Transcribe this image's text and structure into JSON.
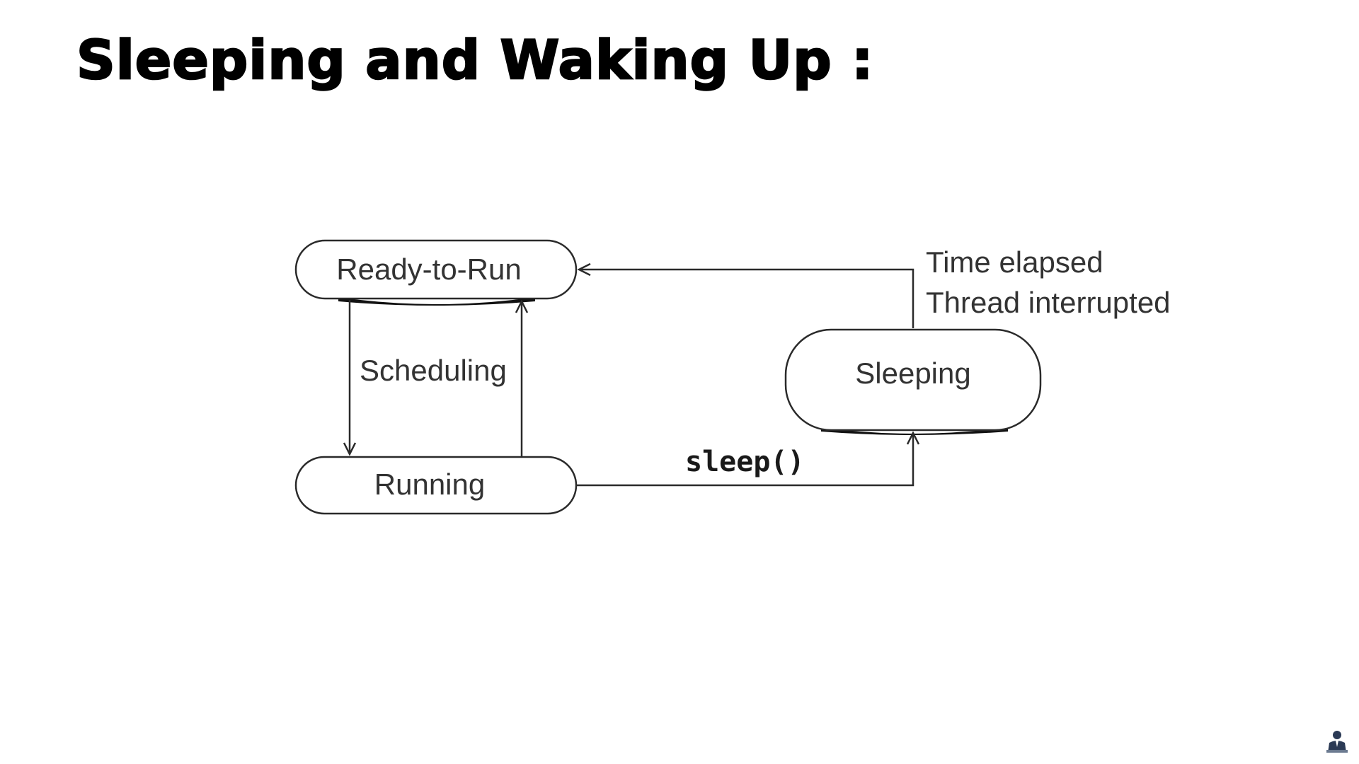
{
  "slide": {
    "title": "Sleeping and Waking Up :"
  },
  "diagram": {
    "states": {
      "ready": "Ready-to-Run",
      "running": "Running",
      "sleeping": "Sleeping"
    },
    "transitions": {
      "scheduling": "Scheduling",
      "sleep_call": "sleep()",
      "wake_reason_1": "Time elapsed",
      "wake_reason_2": "Thread interrupted"
    }
  },
  "colors": {
    "background": "#ffffff",
    "stroke": "#2a2a2a",
    "text": "#333333",
    "title": "#000000"
  },
  "icons": {
    "corner": "presenter-icon"
  }
}
